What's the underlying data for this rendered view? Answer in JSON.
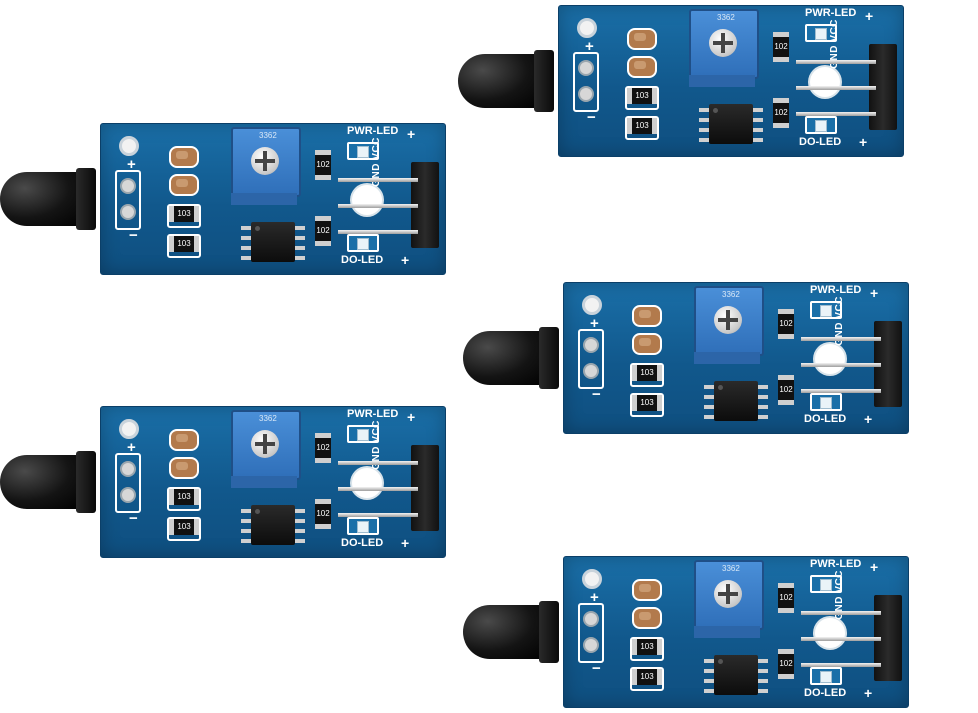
{
  "image": {
    "description": "Five identical blue flame sensor modules with IR receiver, potentiometer and 3-pin header",
    "background": "#ffffff"
  },
  "module_labels": {
    "pwr_led": "PWR-LED",
    "do_led": "DO-LED",
    "pins": "DO GND VCC",
    "plus": "+",
    "minus": "−",
    "pot_code": "3362",
    "resistor_code_a": "103",
    "resistor_code_b": "102"
  },
  "colors": {
    "pcb": "#11588c",
    "sensor": "#000000",
    "pot": "#2f6fb9",
    "pins": "#c7c7c7"
  }
}
